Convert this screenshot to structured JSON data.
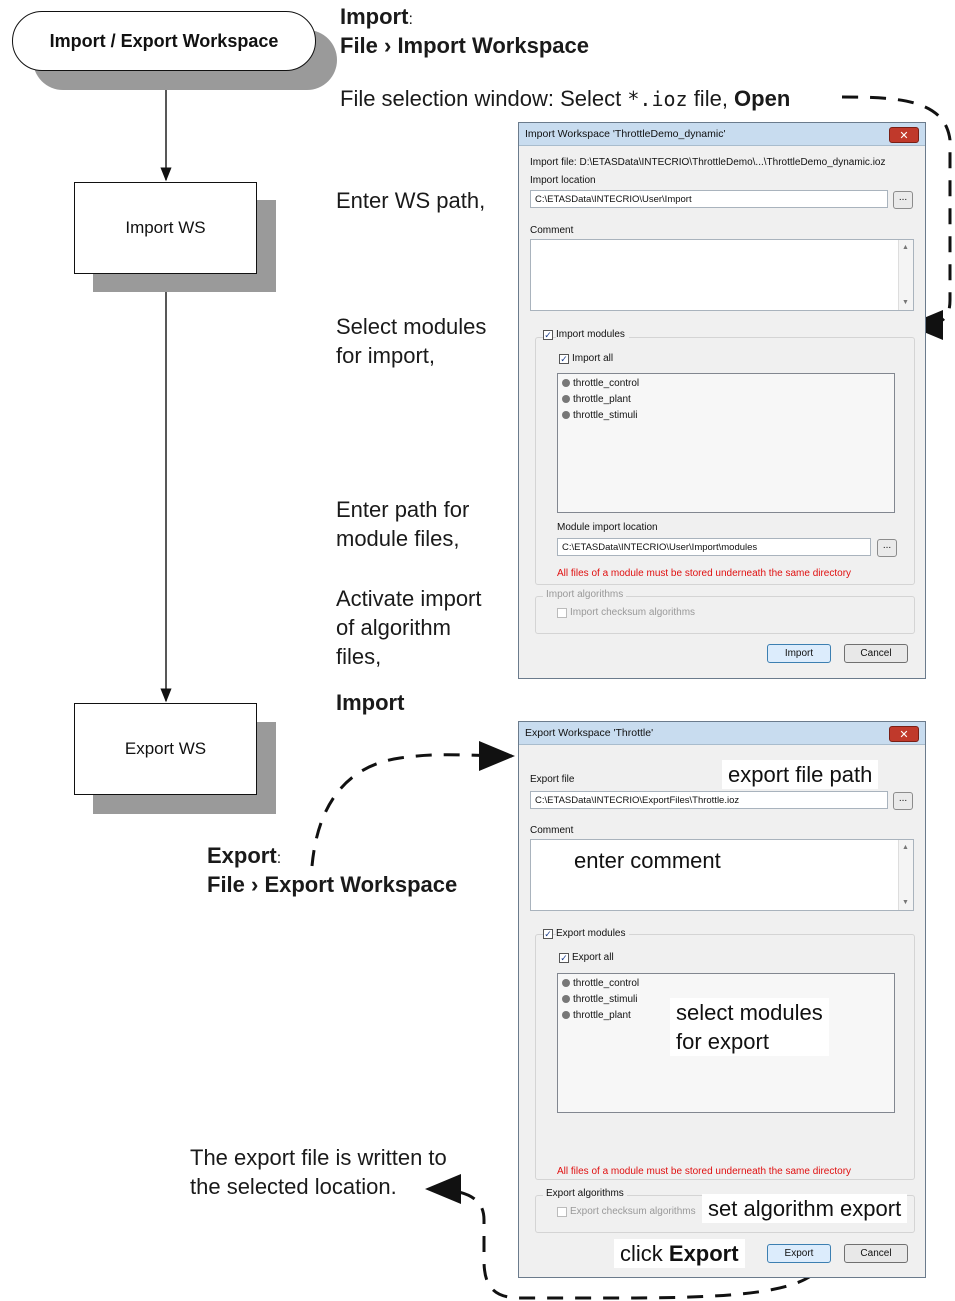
{
  "flow": {
    "start": "Import / Export Workspace",
    "import_ws": "Import WS",
    "export_ws": "Export WS"
  },
  "annotations": {
    "import_head": "Import",
    "import_colon": ":",
    "import_menu": "File › Import Workspace",
    "file_sel_prefix": "File selection window: Select ",
    "file_sel_mono": "*.ioz",
    "file_sel_mid": " file, ",
    "file_sel_open": "Open",
    "enter_ws_path": "Enter WS path,",
    "select_modules": [
      "Select modules",
      "for import,"
    ],
    "enter_module_path": [
      "Enter path for",
      "module files,"
    ],
    "activate_import": [
      "Activate import",
      "of algorithm",
      "files,"
    ],
    "import_final": "Import",
    "export_head": "Export",
    "export_colon": ":",
    "export_menu": "File › Export Workspace",
    "export_written": [
      "The export file is written to",
      "the selected location."
    ]
  },
  "import_dialog": {
    "title": "Import Workspace 'ThrottleDemo_dynamic'",
    "close": "✕",
    "import_file_label": "Import file:",
    "import_file_value": "D:\\ETASData\\INTECRIO\\ThrottleDemo\\...\\ThrottleDemo_dynamic.ioz",
    "import_location_label": "Import location",
    "import_location_value": "C:\\ETASData\\INTECRIO\\User\\Import",
    "browse": "...",
    "comment_label": "Comment",
    "import_modules": "Import modules",
    "import_all": "Import all",
    "modules": [
      "throttle_control",
      "throttle_plant",
      "throttle_stimuli"
    ],
    "module_location_label": "Module import location",
    "module_location_value": "C:\\ETASData\\INTECRIO\\User\\Import\\modules",
    "warning": "All files of a module must be stored underneath the same directory",
    "algorithms_group": "Import algorithms",
    "checksum": "Import checksum algorithms",
    "ok": "Import",
    "cancel": "Cancel"
  },
  "export_dialog": {
    "title": "Export Workspace 'Throttle'",
    "close": "✕",
    "export_file_label": "Export file",
    "export_file_value": "C:\\ETASData\\INTECRIO\\ExportFiles\\Throttle.ioz",
    "browse": "...",
    "comment_label": "Comment",
    "export_modules": "Export modules",
    "export_all": "Export all",
    "modules": [
      "throttle_control",
      "throttle_stimuli",
      "throttle_plant"
    ],
    "warning": "All files of a module must be stored underneath the same directory",
    "algorithms_group": "Export algorithms",
    "checksum": "Export checksum algorithms",
    "ok": "Export",
    "cancel": "Cancel"
  },
  "callouts": {
    "export_path": "export file path",
    "enter_comment": "enter comment",
    "select_modules": [
      "select modules",
      "for export"
    ],
    "set_algorithm": "set algorithm export",
    "click": "click ",
    "click_bold": "Export"
  },
  "colors": {
    "shadow": "#9a9a9a",
    "warning": "#e01010",
    "titlebar": "#c8dcef",
    "close": "#c0392b"
  }
}
